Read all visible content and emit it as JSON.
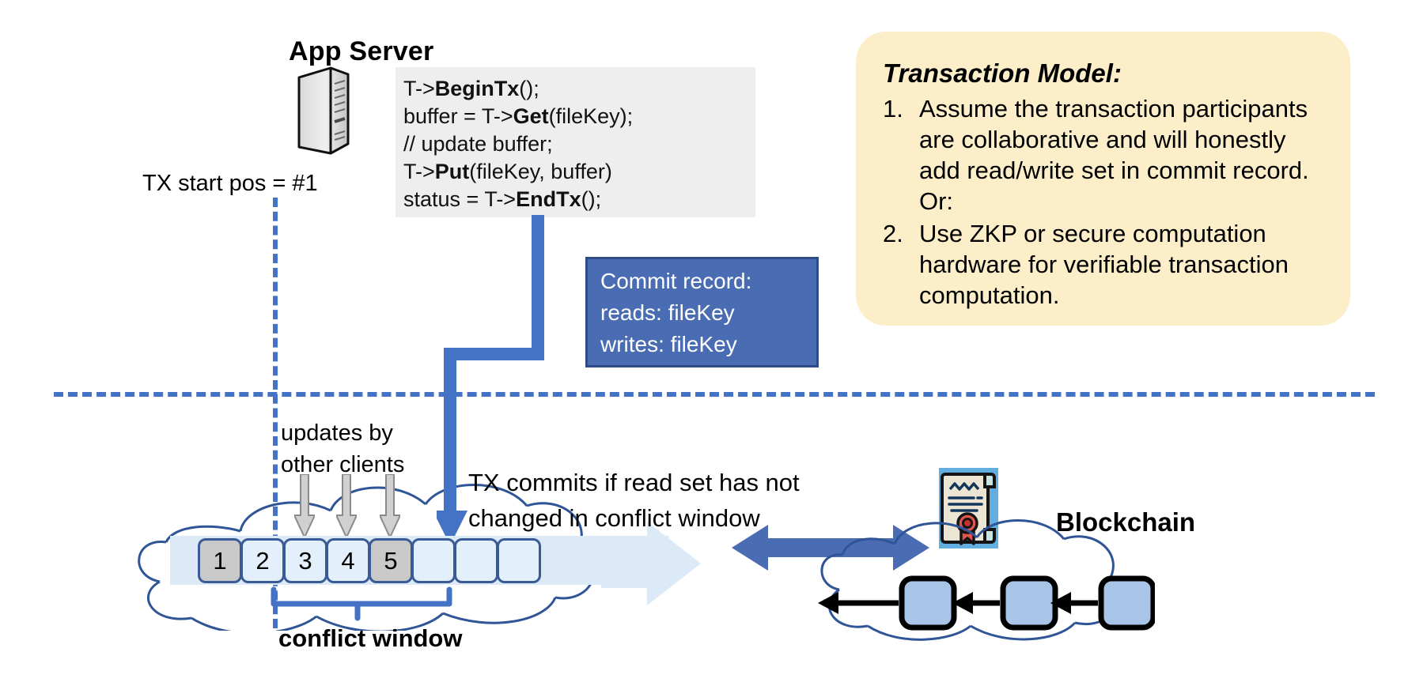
{
  "app_server": {
    "title": "App Server",
    "icon": "server-tower-icon",
    "code_lines": [
      {
        "pre": "T->",
        "bold": "BeginTx",
        "post": "();"
      },
      {
        "pre": "buffer = T->",
        "bold": "Get",
        "post": "(fileKey);"
      },
      {
        "pre": "// update buffer;",
        "bold": "",
        "post": ""
      },
      {
        "pre": "T->",
        "bold": "Put",
        "post": "(fileKey, buffer)"
      },
      {
        "pre": "status = T->",
        "bold": "EndTx",
        "post": "();"
      }
    ]
  },
  "commit_record": {
    "title": "Commit record:",
    "reads": "reads: fileKey",
    "writes": "writes: fileKey",
    "bg_color": "#4a6cb3",
    "border_color": "#2f4a86"
  },
  "transaction_model": {
    "heading": "Transaction Model:",
    "items": [
      {
        "num": "1.",
        "text": "Assume the transaction participants are collaborative and will honestly add read/write set in commit record.  Or:"
      },
      {
        "num": "2.",
        "text": "Use ZKP or secure computation hardware for verifiable transaction computation."
      }
    ],
    "bg_color": "#fbeec9"
  },
  "timeline": {
    "tx_start_label": "TX start pos = #1",
    "updates_label_line1": "updates by",
    "updates_label_line2": "other clients",
    "tx_commits_line1": "TX commits if read set has not",
    "tx_commits_line2": "changed in conflict window",
    "conflict_window_label": "conflict window",
    "accent_color": "#4472c4"
  },
  "ledger": {
    "cells": [
      {
        "label": "1",
        "filled": true
      },
      {
        "label": "2",
        "filled": false
      },
      {
        "label": "3",
        "filled": false
      },
      {
        "label": "4",
        "filled": false
      },
      {
        "label": "5",
        "filled": true
      },
      {
        "label": "",
        "filled": false
      },
      {
        "label": "",
        "filled": false
      },
      {
        "label": "",
        "filled": false
      }
    ]
  },
  "blockchain": {
    "label": "Blockchain",
    "cert_icon": "certificate-icon",
    "block_count": 3
  }
}
